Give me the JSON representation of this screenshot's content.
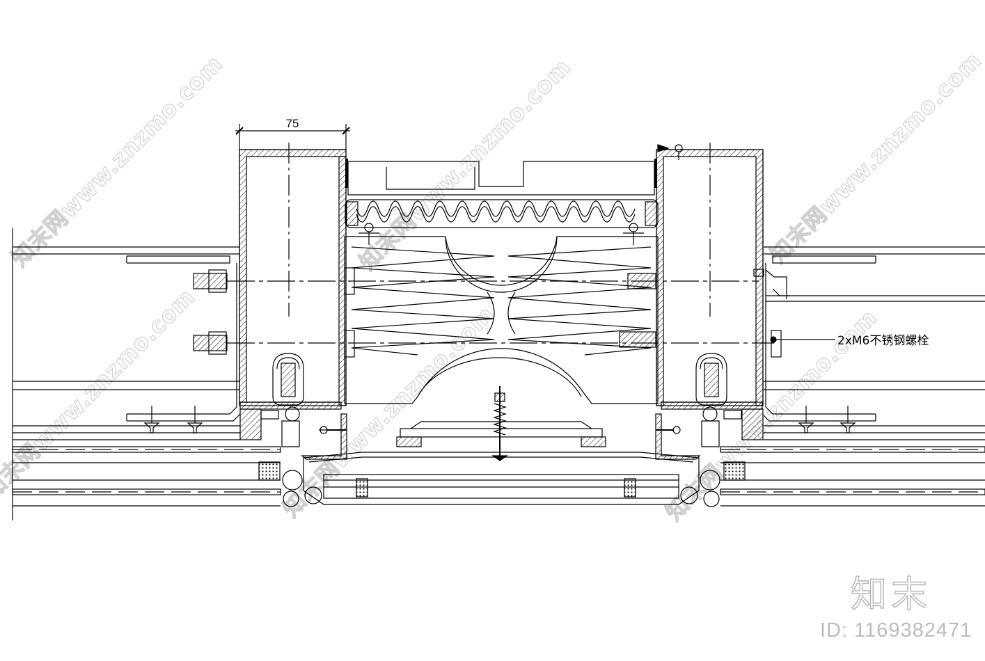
{
  "drawing": {
    "dimension_label": "75",
    "callout_label": "2xM6不锈钢螺栓"
  },
  "watermark": {
    "site_text": "知末网www.znzmo.com",
    "logo_text": "知末",
    "id_text": "ID: 1169382471"
  }
}
